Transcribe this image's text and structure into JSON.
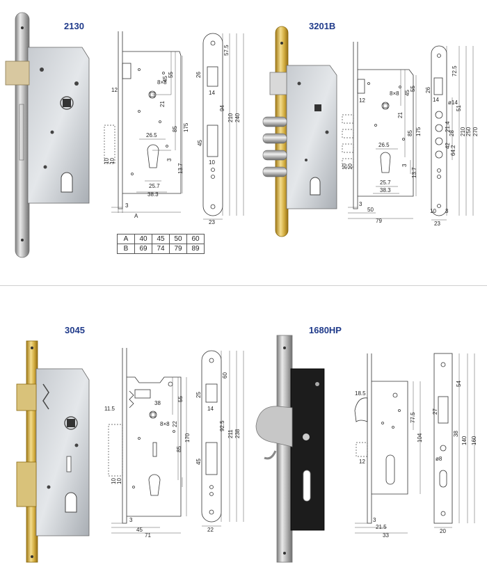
{
  "products": [
    {
      "model": "2130",
      "dims": {
        "d1": "8×8",
        "d2": "45",
        "d3": "55",
        "d4": "12",
        "d5": "21",
        "d6": "3",
        "d7": "85",
        "d8": "175",
        "d9": "26.5",
        "d10": "13.7",
        "d11": "25.7",
        "d12": "38.3",
        "d13": "10",
        "d14": "10",
        "d15": "3",
        "d16": "A",
        "p1": "57.5",
        "p2": "26",
        "p3": "14",
        "p4": "94",
        "p5": "210",
        "p6": "240",
        "p7": "45",
        "p8": "10",
        "p9": "23"
      },
      "size_table": {
        "rows": [
          [
            "A",
            "40",
            "45",
            "50",
            "60"
          ],
          [
            "B",
            "69",
            "74",
            "79",
            "89"
          ]
        ]
      }
    },
    {
      "model": "3201B",
      "dims": {
        "d1": "8×8",
        "d2": "45",
        "d3": "55",
        "d4": "12",
        "d5": "21",
        "d6": "3",
        "d7": "85",
        "d8": "175",
        "d9": "26.5",
        "d10": "13.7",
        "d11": "25.7",
        "d12": "38.3",
        "d13": "10",
        "d14": "10",
        "d15": "3",
        "d16": "50",
        "d17": "79",
        "p1": "72.5",
        "p2": "26",
        "p3": "14",
        "p4": "ø14",
        "p5": "51",
        "p6": "21.4",
        "p7": "28",
        "p8": "42",
        "p9": "64.2",
        "p10": "210",
        "p11": "250",
        "p12": "270",
        "p13": "10",
        "p14": "23",
        "p15": "3"
      }
    },
    {
      "model": "3045",
      "dims": {
        "d1": "38",
        "d2": "55",
        "d3": "11.5",
        "d4": "8×8",
        "d5": "22",
        "d6": "170",
        "d7": "85",
        "d8": "10",
        "d9": "10",
        "d10": "3",
        "d11": "45",
        "d12": "71",
        "p1": "60",
        "p2": "25",
        "p3": "14",
        "p4": "92.5",
        "p5": "211",
        "p6": "238",
        "p7": "45",
        "p8": "22"
      }
    },
    {
      "model": "1680HP",
      "dims": {
        "d1": "18.5",
        "d2": "77.5",
        "d3": "104",
        "d4": "12",
        "d5": "3",
        "d6": "21.5",
        "d7": "33",
        "p1": "54",
        "p2": "27",
        "p3": "38",
        "p4": "ø8",
        "p5": "140",
        "p6": "160",
        "p7": "20"
      }
    }
  ]
}
